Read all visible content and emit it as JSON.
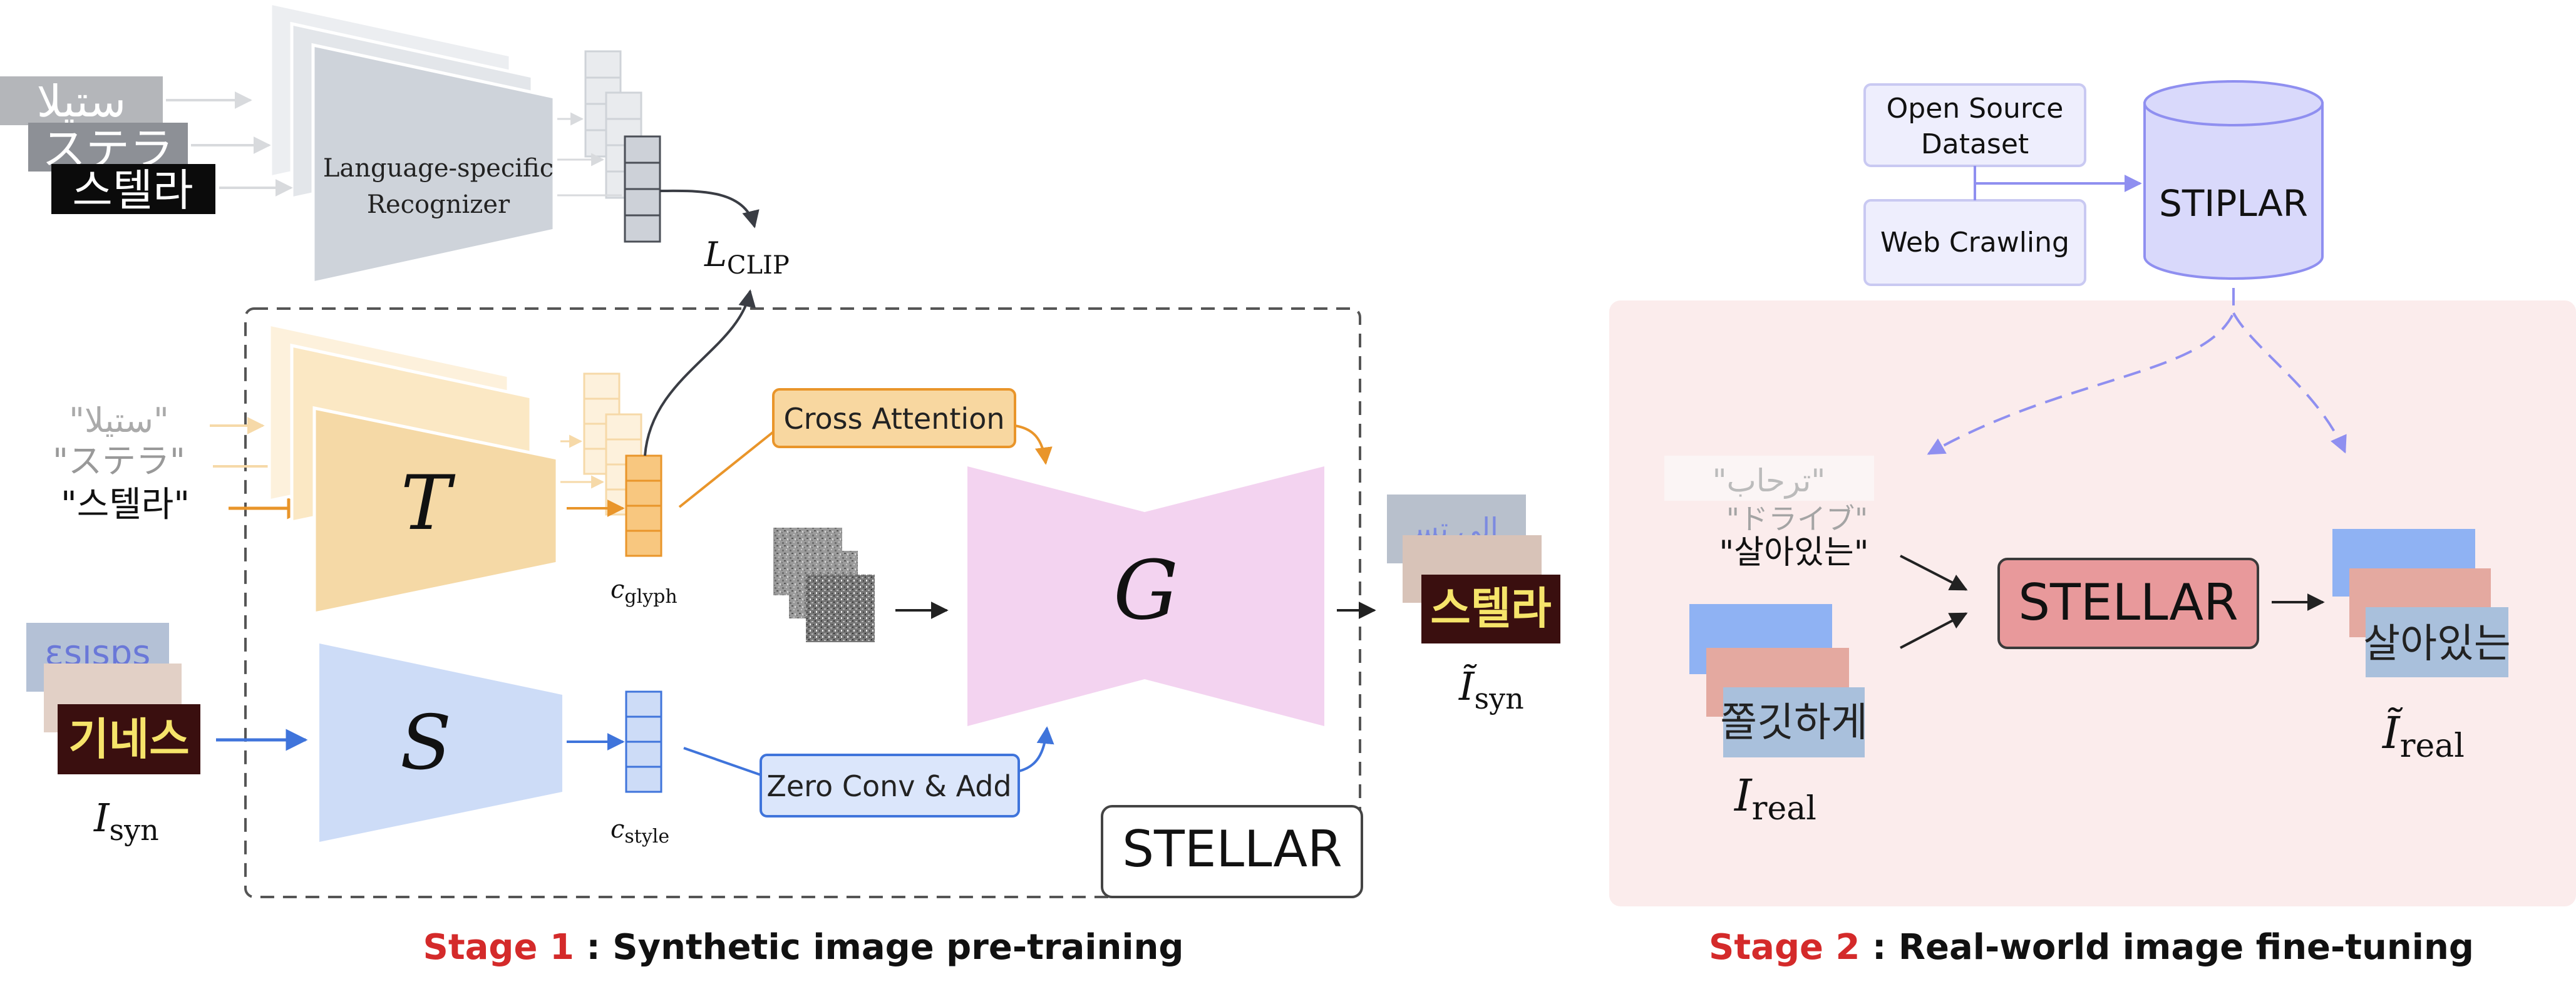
{
  "stage1": {
    "recognizer_label_line1": "Language-specific",
    "recognizer_label_line2": "Recognizer",
    "recognizer_samples": [
      "ستيلا",
      "ステラ",
      "스텔라"
    ],
    "loss_symbol": "L",
    "loss_subscript": "CLIP",
    "glyph_inputs": [
      "\"ستيلا\"",
      "\"ステラ\"",
      "\"스텔라\""
    ],
    "text_encoder_label": "T",
    "style_encoder_label": "S",
    "generator_label": "G",
    "glyph_cond_symbol": "c",
    "glyph_cond_subscript": "glyph",
    "style_cond_symbol": "c",
    "style_cond_subscript": "style",
    "cross_attention_label": "Cross Attention",
    "zero_conv_label": "Zero Conv & Add",
    "model_badge": "STELLAR",
    "input_image_text": "기네스",
    "input_image_bg_text": "ɛsısɒs",
    "input_symbol": "I",
    "input_subscript": "syn",
    "output_image_text": "스텔라",
    "output_image_bg_text": "ﺍﻟﻰ ﺗﺴ",
    "output_symbol": "Ĩ",
    "output_subscript": "syn",
    "caption_stage": "Stage 1",
    "caption_desc": " : Synthetic image pre-training"
  },
  "stage2": {
    "source_open": "Open Source Dataset",
    "source_open_line1": "Open Source",
    "source_open_line2": "Dataset",
    "source_web": "Web Crawling",
    "dataset_label": "STIPLAR",
    "text_inputs": [
      "\"ترحاب\"",
      "\"ドライブ\"",
      "\"살아있는\""
    ],
    "model_label": "STELLAR",
    "input_image_text": "쫄깃하게",
    "input_symbol": "I",
    "input_subscript": "real",
    "output_image_text": "살아있는",
    "output_symbol": "Ĩ",
    "output_subscript": "real",
    "caption_stage": "Stage 2",
    "caption_desc": " : Real-world image fine-tuning"
  },
  "colors": {
    "glyph_orange": "#f0a840",
    "glyph_fill": "#f5d9a6",
    "style_blue": "#4a7fe0",
    "style_fill": "#cddcf7",
    "generator_pink": "#f3d3f0",
    "recognizer_gray": "#cfd4db",
    "stage_red": "#d42a2a",
    "stellar_red": "#e8999b",
    "stiplar_purple": "#d9d9fb",
    "panel_bg": "#fbecec",
    "dashed_purple": "#8f8ff0"
  }
}
